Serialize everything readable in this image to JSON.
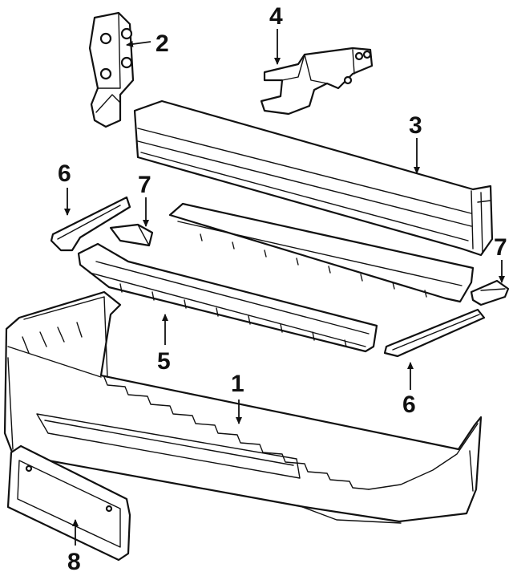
{
  "callouts": {
    "c1": "1",
    "c2": "2",
    "c3": "3",
    "c4": "4",
    "c5": "5",
    "c6a": "6",
    "c6b": "6",
    "c7a": "7",
    "c7b": "7",
    "c8": "8"
  },
  "colors": {
    "ink": "#111111",
    "paper": "#ffffff"
  }
}
